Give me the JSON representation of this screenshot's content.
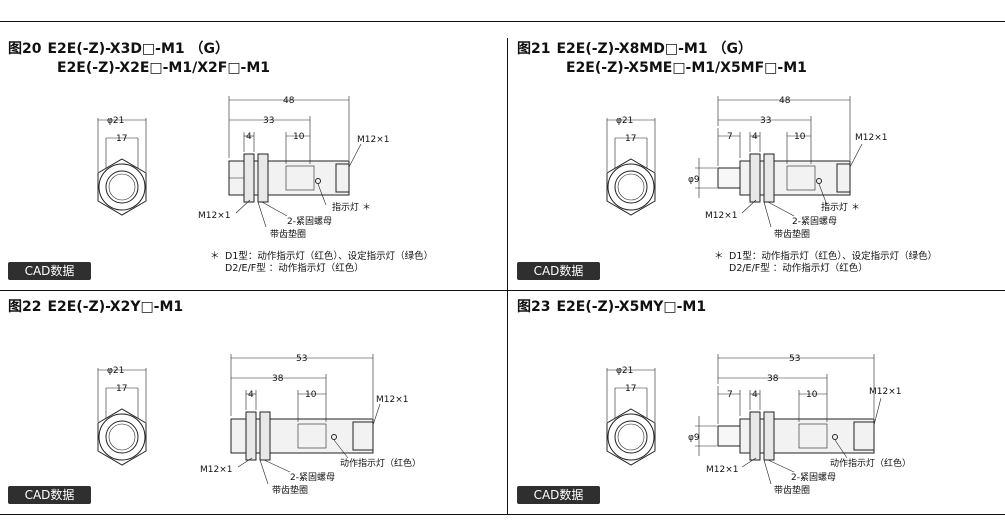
{
  "figures": [
    {
      "id": "fig20",
      "fig_label": "图20",
      "title_line1": "E2E(-Z)-X3D□-M1 （G）",
      "title_line2": "E2E(-Z)-X2E□-M1/X2F□-M1",
      "dims": {
        "diameter": "φ21",
        "across_flats": "17",
        "overall": "48",
        "body": "33",
        "nut": "4",
        "tip": "10"
      },
      "labels": {
        "thread_right": "M12×1",
        "thread_left": "M12×1",
        "indicator": "指示灯",
        "indicator_mark": "＊",
        "nut": "2-紧固螺母",
        "washer": "带齿垫圈"
      },
      "notes": [
        "D1型：动作指示灯（红色）、设定指示灯（绿色）",
        "D2/E/F型 ：动作指示灯（红色）"
      ],
      "note_mark": "＊",
      "cad_label": "CAD数据"
    },
    {
      "id": "fig21",
      "fig_label": "图21",
      "title_line1": "E2E(-Z)-X8MD□-M1 （G）",
      "title_line2": "E2E(-Z)-X5ME□-M1/X5MF□-M1",
      "dims": {
        "diameter": "φ21",
        "across_flats": "17",
        "overall": "48",
        "body": "33",
        "shield": "7",
        "nut": "4",
        "tip": "10",
        "side": "φ9"
      },
      "labels": {
        "thread_right": "M12×1",
        "thread_left": "M12×1",
        "indicator": "指示灯",
        "indicator_mark": "＊",
        "nut": "2-紧固螺母",
        "washer": "带齿垫圈"
      },
      "notes": [
        "D1型：动作指示灯（红色）、设定指示灯（绿色）",
        "D2/E/F型 ：动作指示灯（红色）"
      ],
      "note_mark": "＊",
      "cad_label": "CAD数据"
    },
    {
      "id": "fig22",
      "fig_label": "图22",
      "title_line1": "E2E(-Z)-X2Y□-M1",
      "dims": {
        "diameter": "φ21",
        "across_flats": "17",
        "overall": "53",
        "body": "38",
        "nut": "4",
        "tip": "10"
      },
      "labels": {
        "thread_right": "M12×1",
        "thread_left": "M12×1",
        "indicator": "动作指示灯（红色）",
        "nut": "2-紧固螺母",
        "washer": "带齿垫圈"
      },
      "cad_label": "CAD数据"
    },
    {
      "id": "fig23",
      "fig_label": "图23",
      "title_line1": "E2E(-Z)-X5MY□-M1",
      "dims": {
        "diameter": "φ21",
        "across_flats": "17",
        "overall": "53",
        "body": "38",
        "shield": "7",
        "nut": "4",
        "tip": "10",
        "side": "φ9"
      },
      "labels": {
        "thread_right": "M12×1",
        "thread_left": "M12×1",
        "indicator": "动作指示灯（红色）",
        "nut": "2-紧固螺母",
        "washer": "带齿垫圈"
      },
      "cad_label": "CAD数据"
    }
  ]
}
